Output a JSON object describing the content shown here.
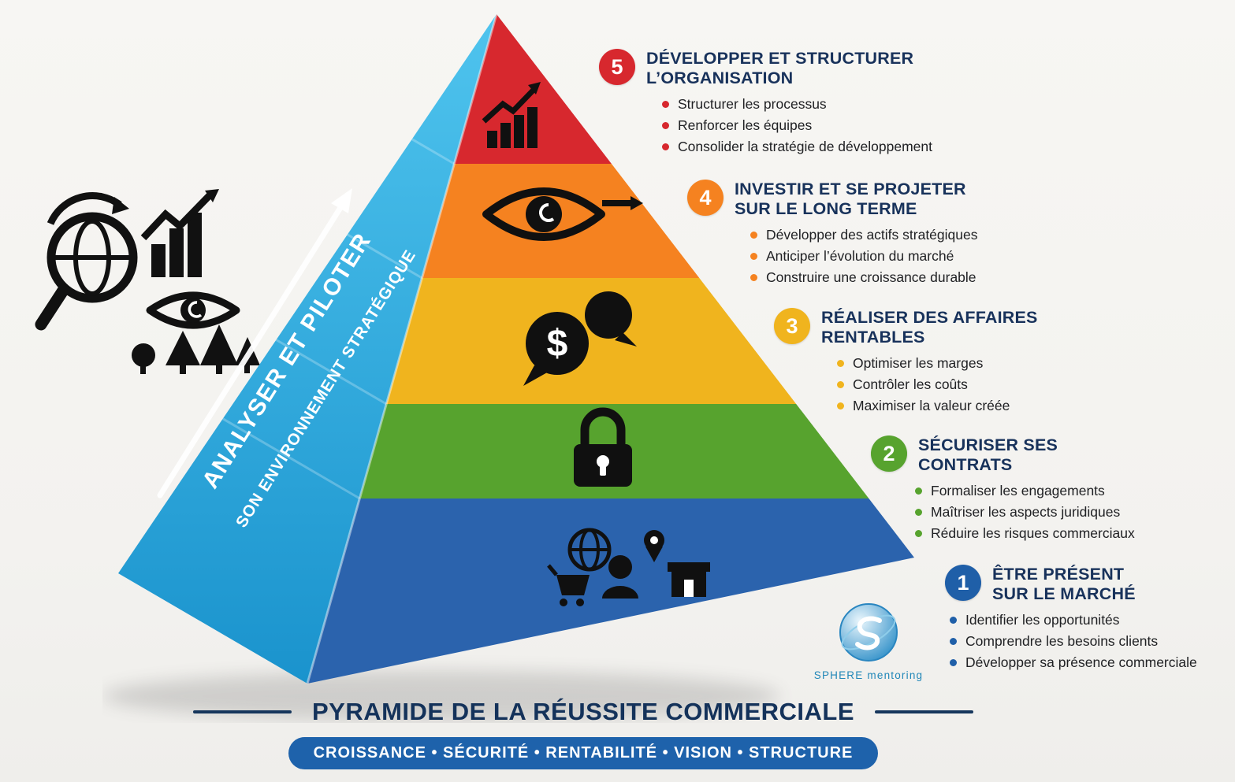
{
  "palette": {
    "red": "#d7282e",
    "orange": "#f58220",
    "yellow": "#f0b41e",
    "green": "#57a32e",
    "blue": "#1f5fa8",
    "side_face_blue": "#2aa9e0",
    "navy_text": "#18325b",
    "background": "#f5f4f1"
  },
  "pyramid": {
    "side_label_line1": "ANALYSER ET PILOTER",
    "side_label_line2": "SON ENVIRONNEMENT STRATÉGIQUE",
    "level_icons": [
      "growth-chart",
      "eye-vision",
      "dollar-chat-bubbles",
      "padlock",
      "marketplace"
    ]
  },
  "annotations": [
    {
      "number": "5",
      "color": "#d7282e",
      "title": "DÉVELOPPER ET STRUCTURER L’ORGANISATION",
      "bullets": [
        "Structurer les processus",
        "Renforcer les équipes",
        "Consolider la stratégie de développement"
      ]
    },
    {
      "number": "4",
      "color": "#f58220",
      "title": "INVESTIR ET SE PROJETER SUR LE LONG TERME",
      "bullets": [
        "Développer des actifs stratégiques",
        "Anticiper l’évolution du marché",
        "Construire une croissance durable"
      ]
    },
    {
      "number": "3",
      "color": "#f0b41e",
      "title": "RÉALISER DES AFFAIRES RENTABLES",
      "bullets": [
        "Optimiser les marges",
        "Contrôler les coûts",
        "Maximiser la valeur créée"
      ]
    },
    {
      "number": "2",
      "color": "#57a32e",
      "title": "SÉCURISER SES CONTRATS",
      "bullets": [
        "Formaliser les engagements",
        "Maîtriser les aspects juridiques",
        "Réduire les risques commerciaux"
      ]
    },
    {
      "number": "1",
      "color": "#1f5fa8",
      "title": "ÊTRE PRÉSENT SUR LE MARCHÉ",
      "bullets": [
        "Identifier les opportunités",
        "Comprendre les besoins clients",
        "Développer sa présence commerciale"
      ]
    }
  ],
  "logo": {
    "caption": "SPHERE mentoring"
  },
  "footer": {
    "title": "PYRAMIDE DE LA RÉUSSITE COMMERCIALE",
    "badge": "CROISSANCE • SÉCURITÉ • RENTABILITÉ • VISION • STRUCTURE"
  }
}
